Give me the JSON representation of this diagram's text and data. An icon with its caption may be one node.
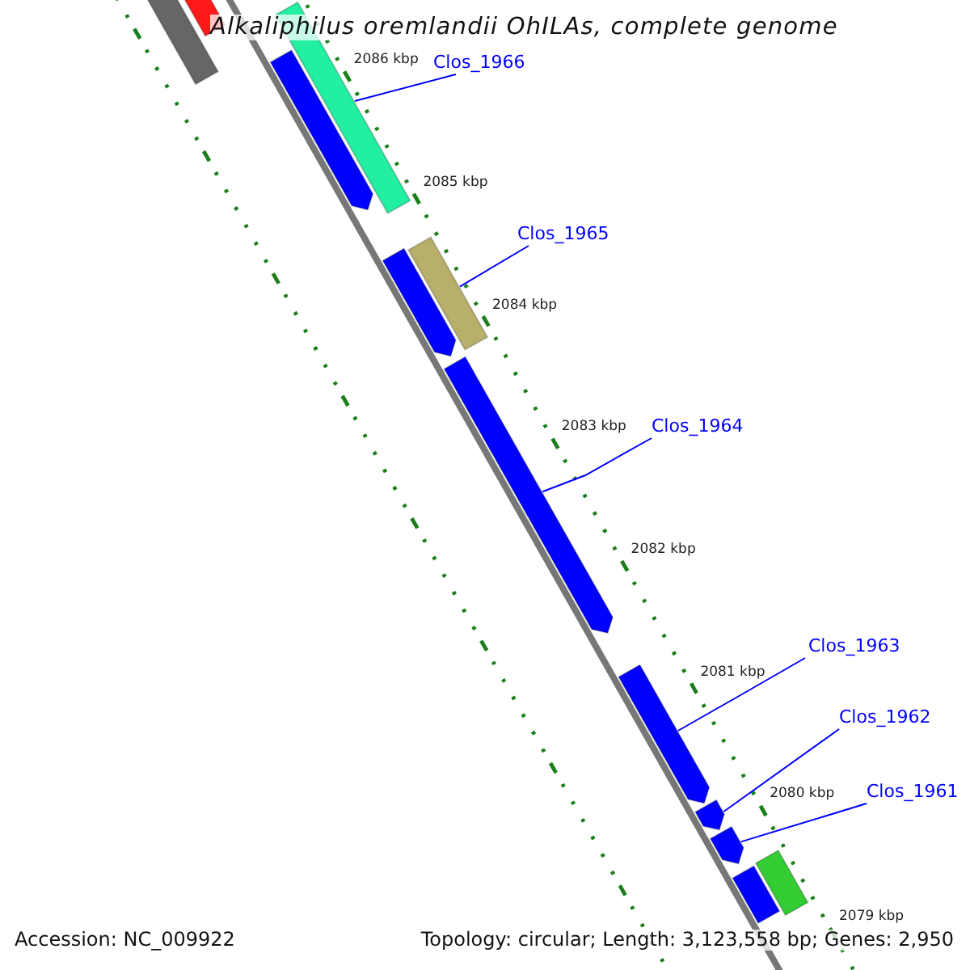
{
  "diagram": {
    "title": "Alkaliphilus oremlandii OhILAs, complete genome",
    "nodes": [
      {
        "text": [
          "Clos_1966"
        ]
      },
      {
        "text": [],
        "shape": "bar"
      },
      {
        "text": [
          "Clos_1965"
        ]
      },
      {
        "text": [],
        "shape": "bar"
      },
      {
        "text": [
          "Clos_1964"
        ]
      },
      {
        "text": [],
        "shape": "bar"
      },
      {
        "text": [
          "Clos_1963"
        ]
      },
      {
        "text": [],
        "shape": "bar"
      },
      {
        "text": [
          "Clos_1962"
        ]
      },
      {
        "text": [],
        "shape": "bar"
      },
      {
        "text": [
          "Clos_1961"
        ]
      },
      {
        "text": [],
        "shape": "bar"
      },
      {
        "text": [],
        "shape": "bar"
      },
      {
        "text": [],
        "shape": "bar"
      },
      {
        "text": [],
        "shape": "bar"
      },
      {
        "text": [],
        "shape": "bar"
      },
      {
        "text": [],
        "shape": "bar"
      },
      {
        "text": [],
        "shape": "bar"
      }
    ],
    "edges": [
      {
        "from": 0,
        "to": 1,
        "arrow": "none"
      },
      {
        "from": 2,
        "to": 3,
        "arrow": "none"
      },
      {
        "from": 4,
        "to": 5,
        "arrow": "none"
      },
      {
        "from": 6,
        "to": 7,
        "arrow": "none"
      },
      {
        "from": 8,
        "to": 9,
        "arrow": "none"
      },
      {
        "from": 10,
        "to": 11,
        "arrow": "none"
      }
    ],
    "labels": [
      "2086 kbp",
      "2085 kbp",
      "2084 kbp",
      "2083 kbp",
      "2082 kbp",
      "2081 kbp",
      "2080 kbp",
      "2079 kbp",
      "Accession: NC_009922",
      "Topology: circular; Length: 3,123,558 bp; Genes: 2,950"
    ]
  }
}
